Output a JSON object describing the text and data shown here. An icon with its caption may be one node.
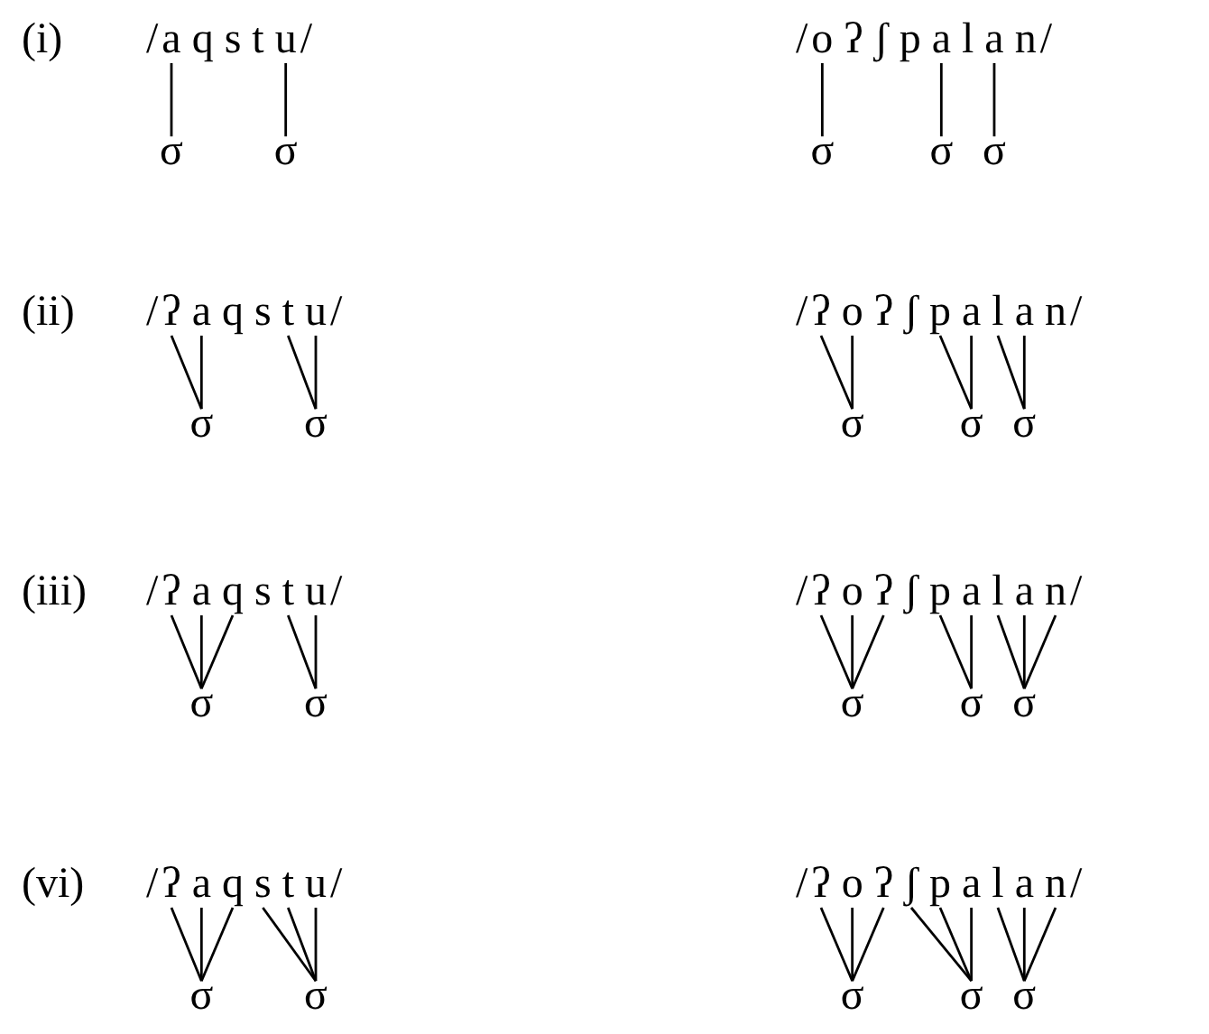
{
  "diagram": {
    "nodes": [
      {
        "text": [
          "a"
        ]
      },
      {
        "text": [
          "q"
        ]
      },
      {
        "text": [
          "s"
        ]
      },
      {
        "text": [
          "t"
        ]
      },
      {
        "text": [
          "u"
        ]
      },
      {
        "text": [
          "o"
        ]
      },
      {
        "text": [
          "ʔ"
        ]
      },
      {
        "text": [
          "ʃ"
        ]
      },
      {
        "text": [
          "p"
        ]
      },
      {
        "text": [
          "a"
        ]
      },
      {
        "text": [
          "l"
        ]
      },
      {
        "text": [
          "a"
        ]
      },
      {
        "text": [
          "n"
        ]
      },
      {
        "text": [
          "σ"
        ]
      },
      {
        "text": [
          "σ"
        ]
      },
      {
        "text": [
          "σ"
        ]
      },
      {
        "text": [
          "σ"
        ]
      },
      {
        "text": [
          "σ"
        ]
      },
      {
        "text": [
          "ʔ"
        ]
      },
      {
        "text": [
          "a"
        ]
      },
      {
        "text": [
          "q"
        ]
      },
      {
        "text": [
          "s"
        ]
      },
      {
        "text": [
          "t"
        ]
      },
      {
        "text": [
          "u"
        ]
      },
      {
        "text": [
          "ʔ"
        ]
      },
      {
        "text": [
          "o"
        ]
      },
      {
        "text": [
          "ʔ"
        ]
      },
      {
        "text": [
          "ʃ"
        ]
      },
      {
        "text": [
          "p"
        ]
      },
      {
        "text": [
          "a"
        ]
      },
      {
        "text": [
          "l"
        ]
      },
      {
        "text": [
          "a"
        ]
      },
      {
        "text": [
          "n"
        ]
      },
      {
        "text": [
          "σ"
        ]
      },
      {
        "text": [
          "σ"
        ]
      },
      {
        "text": [
          "σ"
        ]
      },
      {
        "text": [
          "σ"
        ]
      },
      {
        "text": [
          "σ"
        ]
      },
      {
        "text": [
          "ʔ"
        ]
      },
      {
        "text": [
          "a"
        ]
      },
      {
        "text": [
          "q"
        ]
      },
      {
        "text": [
          "s"
        ]
      },
      {
        "text": [
          "t"
        ]
      },
      {
        "text": [
          "u"
        ]
      },
      {
        "text": [
          "ʔ"
        ]
      },
      {
        "text": [
          "o"
        ]
      },
      {
        "text": [
          "ʔ"
        ]
      },
      {
        "text": [
          "ʃ"
        ]
      },
      {
        "text": [
          "p"
        ]
      },
      {
        "text": [
          "a"
        ]
      },
      {
        "text": [
          "l"
        ]
      },
      {
        "text": [
          "a"
        ]
      },
      {
        "text": [
          "n"
        ]
      },
      {
        "text": [
          "σ"
        ]
      },
      {
        "text": [
          "σ"
        ]
      },
      {
        "text": [
          "σ"
        ]
      },
      {
        "text": [
          "σ"
        ]
      },
      {
        "text": [
          "σ"
        ]
      },
      {
        "text": [
          "ʔ"
        ]
      },
      {
        "text": [
          "a"
        ]
      },
      {
        "text": [
          "q"
        ]
      },
      {
        "text": [
          "s"
        ]
      },
      {
        "text": [
          "t"
        ]
      },
      {
        "text": [
          "u"
        ]
      },
      {
        "text": [
          "ʔ"
        ]
      },
      {
        "text": [
          "o"
        ]
      },
      {
        "text": [
          "ʔ"
        ]
      },
      {
        "text": [
          "ʃ"
        ]
      },
      {
        "text": [
          "p"
        ]
      },
      {
        "text": [
          "a"
        ]
      },
      {
        "text": [
          "l"
        ]
      },
      {
        "text": [
          "a"
        ]
      },
      {
        "text": [
          "n"
        ]
      },
      {
        "text": [
          "σ"
        ]
      },
      {
        "text": [
          "σ"
        ]
      },
      {
        "text": [
          "σ"
        ]
      },
      {
        "text": [
          "σ"
        ]
      },
      {
        "text": [
          "σ"
        ]
      }
    ],
    "edges": [
      {
        "from": 0,
        "to": 13,
        "arrow": "none"
      },
      {
        "from": 4,
        "to": 14,
        "arrow": "none"
      },
      {
        "from": 5,
        "to": 15,
        "arrow": "none"
      },
      {
        "from": 9,
        "to": 16,
        "arrow": "none"
      },
      {
        "from": 11,
        "to": 17,
        "arrow": "none"
      },
      {
        "from": 18,
        "to": 33,
        "arrow": "none"
      },
      {
        "from": 19,
        "to": 33,
        "arrow": "none"
      },
      {
        "from": 22,
        "to": 34,
        "arrow": "none"
      },
      {
        "from": 23,
        "to": 34,
        "arrow": "none"
      },
      {
        "from": 24,
        "to": 35,
        "arrow": "none"
      },
      {
        "from": 25,
        "to": 35,
        "arrow": "none"
      },
      {
        "from": 28,
        "to": 36,
        "arrow": "none"
      },
      {
        "from": 29,
        "to": 36,
        "arrow": "none"
      },
      {
        "from": 30,
        "to": 37,
        "arrow": "none"
      },
      {
        "from": 31,
        "to": 37,
        "arrow": "none"
      },
      {
        "from": 38,
        "to": 53,
        "arrow": "none"
      },
      {
        "from": 39,
        "to": 53,
        "arrow": "none"
      },
      {
        "from": 40,
        "to": 53,
        "arrow": "none"
      },
      {
        "from": 42,
        "to": 54,
        "arrow": "none"
      },
      {
        "from": 43,
        "to": 54,
        "arrow": "none"
      },
      {
        "from": 44,
        "to": 55,
        "arrow": "none"
      },
      {
        "from": 45,
        "to": 55,
        "arrow": "none"
      },
      {
        "from": 46,
        "to": 55,
        "arrow": "none"
      },
      {
        "from": 48,
        "to": 56,
        "arrow": "none"
      },
      {
        "from": 49,
        "to": 56,
        "arrow": "none"
      },
      {
        "from": 50,
        "to": 57,
        "arrow": "none"
      },
      {
        "from": 51,
        "to": 57,
        "arrow": "none"
      },
      {
        "from": 52,
        "to": 57,
        "arrow": "none"
      },
      {
        "from": 58,
        "to": 73,
        "arrow": "none"
      },
      {
        "from": 59,
        "to": 73,
        "arrow": "none"
      },
      {
        "from": 60,
        "to": 73,
        "arrow": "none"
      },
      {
        "from": 61,
        "to": 74,
        "arrow": "none"
      },
      {
        "from": 62,
        "to": 74,
        "arrow": "none"
      },
      {
        "from": 63,
        "to": 74,
        "arrow": "none"
      },
      {
        "from": 64,
        "to": 75,
        "arrow": "none"
      },
      {
        "from": 65,
        "to": 75,
        "arrow": "none"
      },
      {
        "from": 66,
        "to": 75,
        "arrow": "none"
      },
      {
        "from": 67,
        "to": 76,
        "arrow": "none"
      },
      {
        "from": 68,
        "to": 76,
        "arrow": "none"
      },
      {
        "from": 69,
        "to": 76,
        "arrow": "none"
      },
      {
        "from": 70,
        "to": 77,
        "arrow": "none"
      },
      {
        "from": 71,
        "to": 77,
        "arrow": "none"
      },
      {
        "from": 72,
        "to": 77,
        "arrow": "none"
      }
    ],
    "labels": [
      "(i)",
      "/",
      "/",
      "/",
      "/",
      "(ii)",
      "/",
      "/",
      "/",
      "/",
      "(iii)",
      "/",
      "/",
      "/",
      "/",
      "(vi)",
      "/",
      "/",
      "/",
      "/"
    ]
  }
}
